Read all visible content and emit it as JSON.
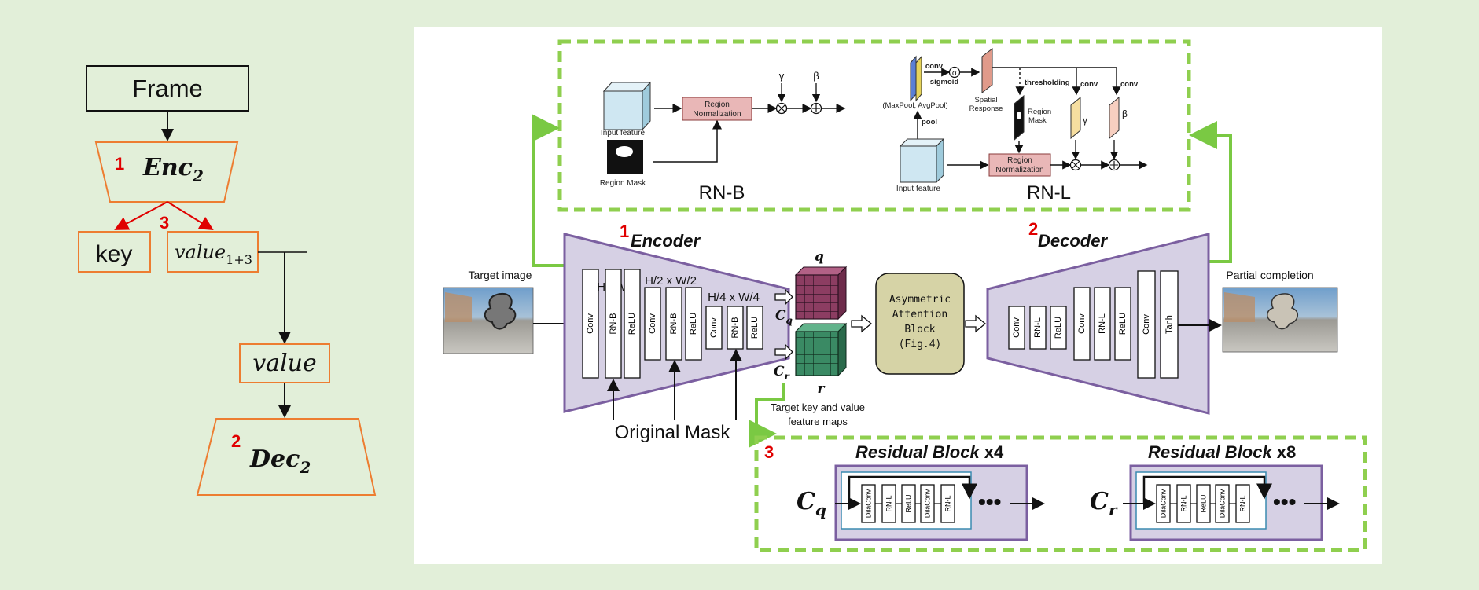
{
  "left_flow": {
    "frame": "Frame",
    "enc": "Enc",
    "enc_sub": "2",
    "key": "key",
    "value_1_3": "value",
    "value_1_3_sub": "1+3",
    "value": "value",
    "dec": "Dec",
    "dec_sub": "2",
    "num_enc": "1",
    "num_split": "3",
    "num_dec": "2"
  },
  "main": {
    "target_image_label": "Target image",
    "partial_completion_label": "Partial completion",
    "encoder_title": "Encoder",
    "decoder_title": "Decoder",
    "encoder_num": "1",
    "decoder_num": "2",
    "residual_num": "3",
    "enc_size_1": "H : W",
    "enc_size_2": "H/2 x W/2",
    "enc_size_3": "H/4 x W/4",
    "original_mask": "Original Mask",
    "q_label": "q",
    "r_label": "r",
    "cq_label": "C",
    "cq_sub": "q",
    "cr_label": "C",
    "cr_sub": "r",
    "target_feature_line1": "Target  key and value",
    "target_feature_line2": "feature maps",
    "attn_line1": "Asymmetric",
    "attn_line2": "Attention",
    "attn_line3": "Block",
    "attn_line4": "(Fig.4)",
    "enc_blocks": [
      "Conv",
      "RN-B",
      "ReLU",
      "Conv",
      "RN-B",
      "ReLU",
      "Conv",
      "RN-B",
      "ReLU"
    ],
    "dec_blocks": [
      "Conv",
      "RN-L",
      "ReLU",
      "Conv",
      "RN-L",
      "ReLU",
      "Conv",
      "Tanh"
    ]
  },
  "rn_panel": {
    "input_feature": "Input feature",
    "region_mask": "Region Mask",
    "region_norm_l1": "Region",
    "region_norm_l2": "Normalization",
    "gamma": "γ",
    "beta": "β",
    "rnb_title": "RN-B",
    "rnl_title": "RN-L",
    "pool_caption": "(MaxPool, AvgPool)",
    "pool": "pool",
    "conv": "conv",
    "sigmoid": "sigmoid",
    "sigma": "σ",
    "spatial_l1": "Spatial",
    "spatial_l2": "Response",
    "thresholding": "thresholding",
    "rl_region_l1": "Region",
    "rl_region_l2": "Mask",
    "rl_input_feature": "Input feature",
    "rl_norm_l1": "Region",
    "rl_norm_l2": "Normalization",
    "conv_gamma": "conv",
    "conv_beta": "conv"
  },
  "residual": {
    "title1": "Residual Block",
    "mult1": "x4",
    "title2": "Residual Block",
    "mult2": "x8",
    "cq": "C",
    "cq_sub": "q",
    "cr": "C",
    "cr_sub": "r",
    "blocks": [
      "DilaConv",
      "RN-L",
      "ReLU",
      "DilaConv",
      "RN-L"
    ]
  },
  "colors": {
    "background": "#e2efd9",
    "orange": "#ed7d31",
    "red_number": "#e00000",
    "green_dash": "#8fcf4f",
    "green_link": "#7ac943",
    "purple_fill": "#d6d0e4",
    "purple_stroke": "#7b5fa0",
    "q_fill": "#8c3d62",
    "r_fill": "#3a8a64",
    "attn_fill": "#d6d3a6",
    "region_norm_fill": "#e9b7b7"
  }
}
